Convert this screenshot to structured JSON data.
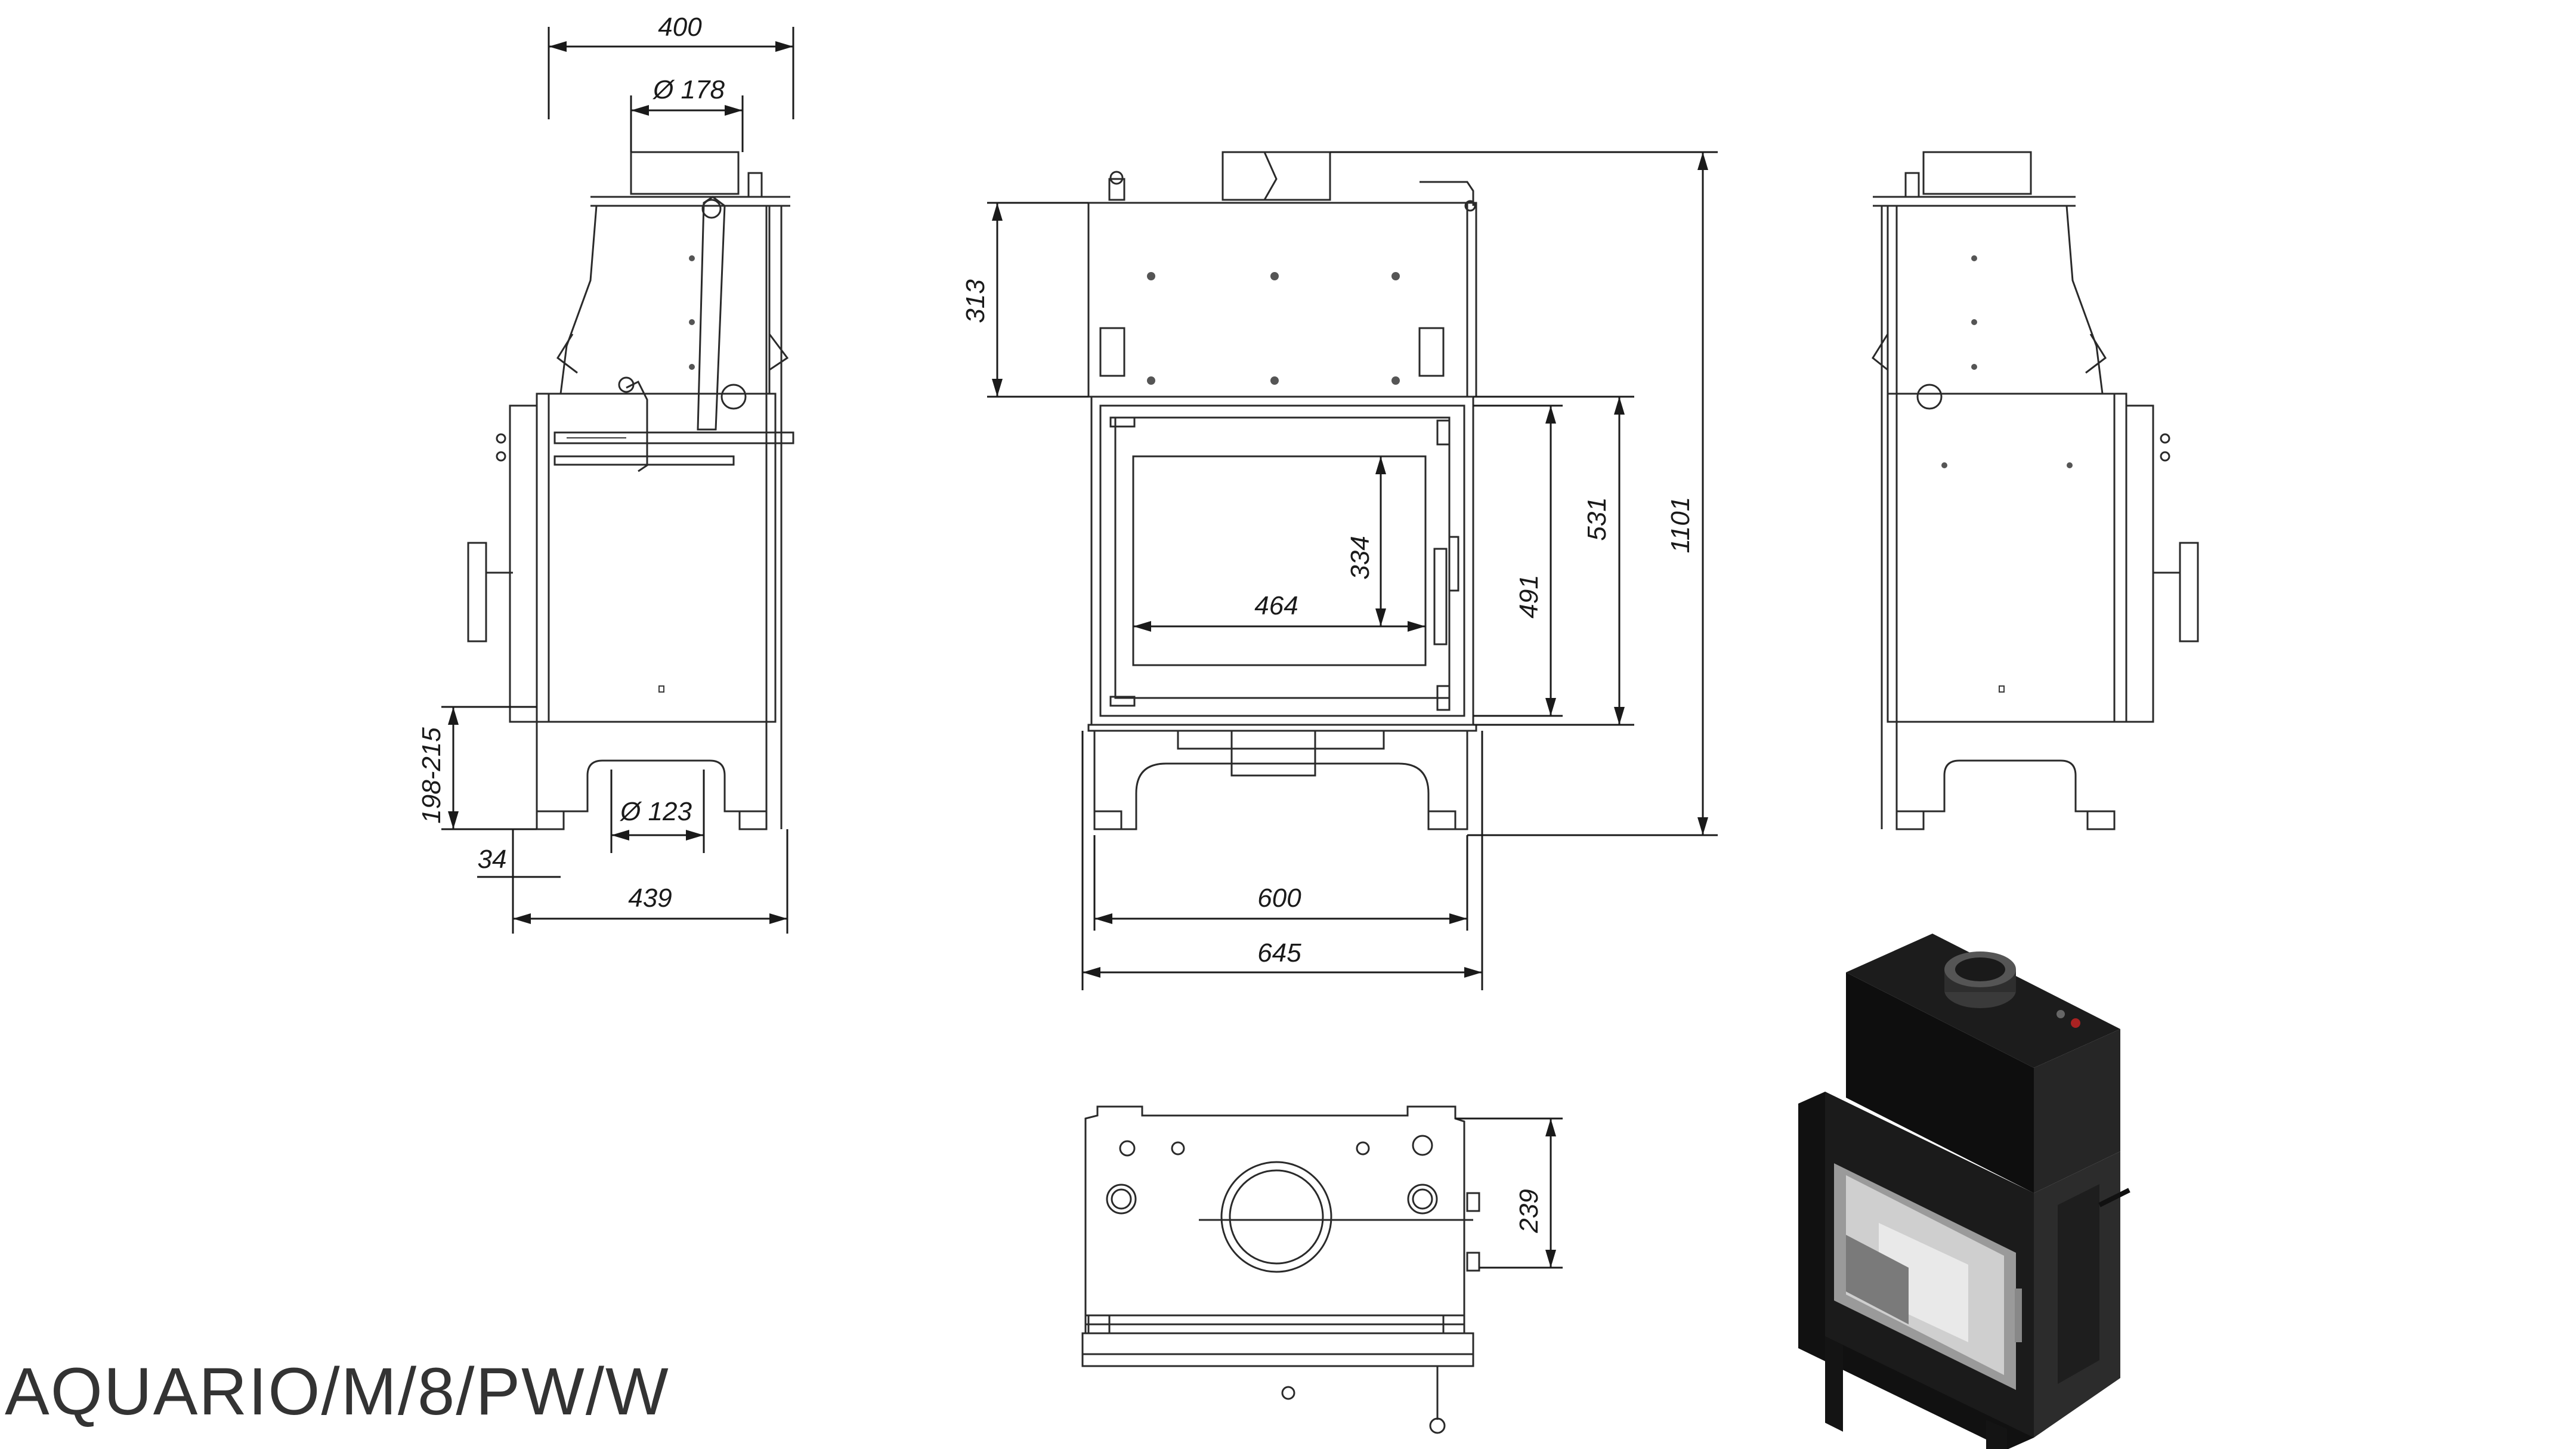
{
  "model": "AQUARIO/M/8/PW/W",
  "dimensions": {
    "side_width_top": "400",
    "flue_diameter": "Ø 178",
    "air_inlet_diameter": "Ø 123",
    "air_inlet_height": "198-215",
    "base_offset": "34",
    "side_depth": "439",
    "top_height": "313",
    "glass_height": "334",
    "glass_width": "464",
    "door_height_inner": "491",
    "door_height_outer": "531",
    "total_height": "1101",
    "front_width_inner": "600",
    "front_width_outer": "645",
    "top_view_depth": "239"
  }
}
